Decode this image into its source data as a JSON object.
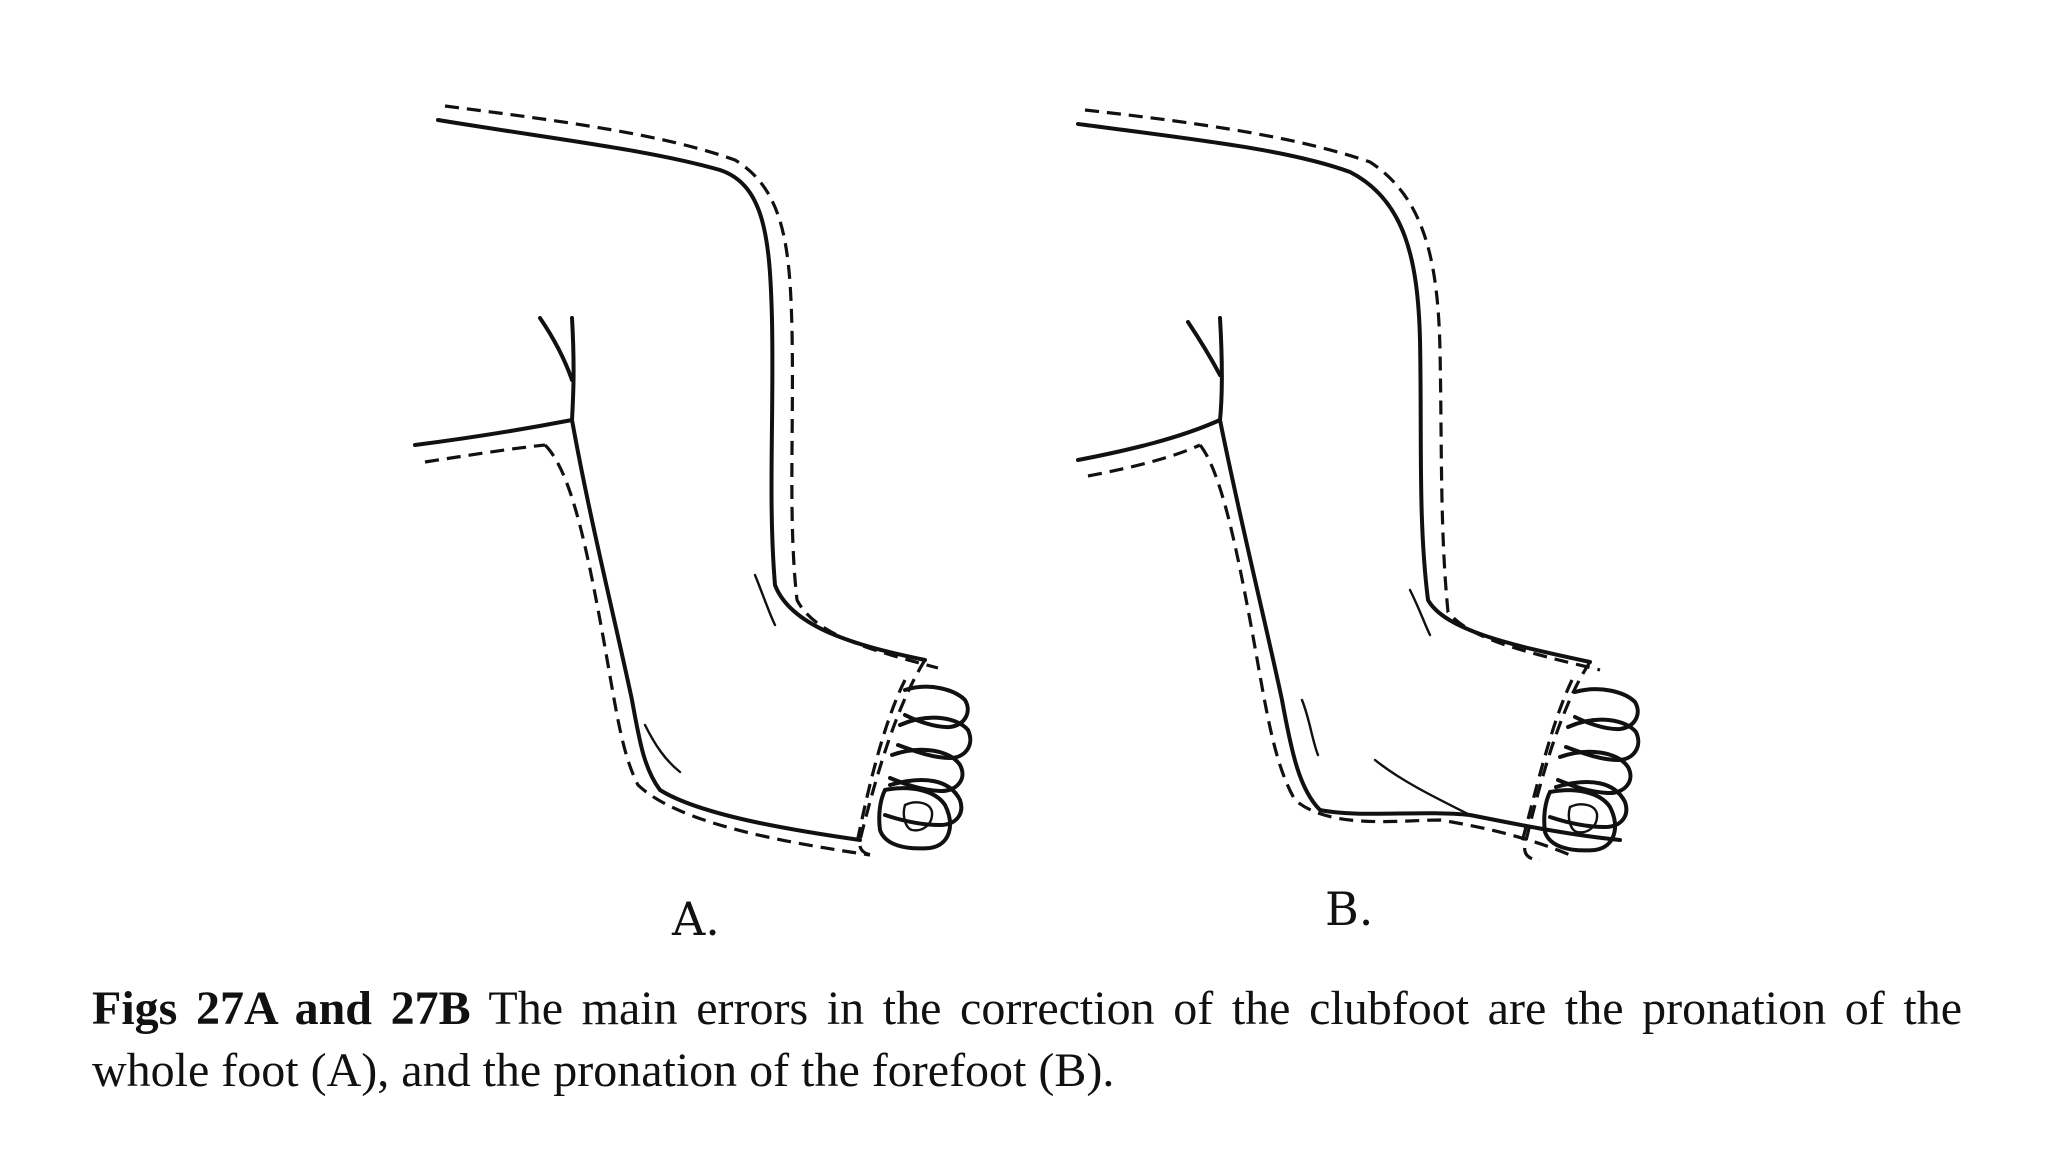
{
  "figure": {
    "panels": [
      {
        "id": "A",
        "label": "A."
      },
      {
        "id": "B",
        "label": "B."
      }
    ]
  },
  "caption": {
    "figure_ref": "Figs 27A and 27B",
    "text": " The main errors in the correction of the clubfoot are the pronation of the whole foot (A), and the pronation of the forefoot (B)."
  }
}
